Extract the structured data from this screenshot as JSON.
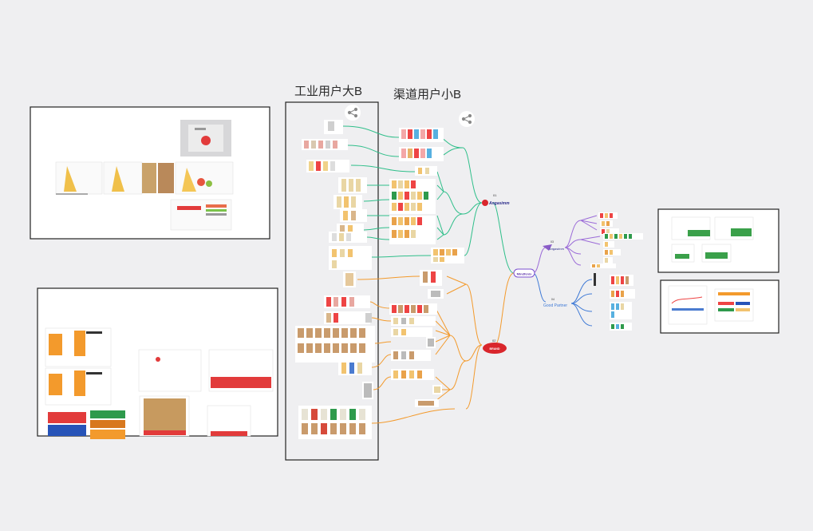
{
  "canvas": {
    "background": "#efeff1"
  },
  "groups": {
    "industrial": {
      "title": "工业用户大B"
    },
    "channel": {
      "title": "渠道用户小B"
    }
  },
  "mindmap": {
    "root": "Mindfenix",
    "upper_brand": {
      "tag": "01",
      "name": "Angasimm"
    },
    "lower_brand": {
      "tag": "02",
      "name": "BRAND"
    },
    "right_upper_brand": {
      "tag": "03",
      "name": "Angasimm"
    },
    "right_lower_brand": {
      "tag": "04",
      "name": "Good Partner"
    }
  },
  "colors": {
    "green_branch": "#2fbf8a",
    "orange_branch": "#f39a2c",
    "purple_branch": "#9b6bd8",
    "blue_branch": "#3f7ad6",
    "brand_red": "#d9262c",
    "frame": "#222222"
  },
  "icons": {
    "share": "share-icon"
  }
}
